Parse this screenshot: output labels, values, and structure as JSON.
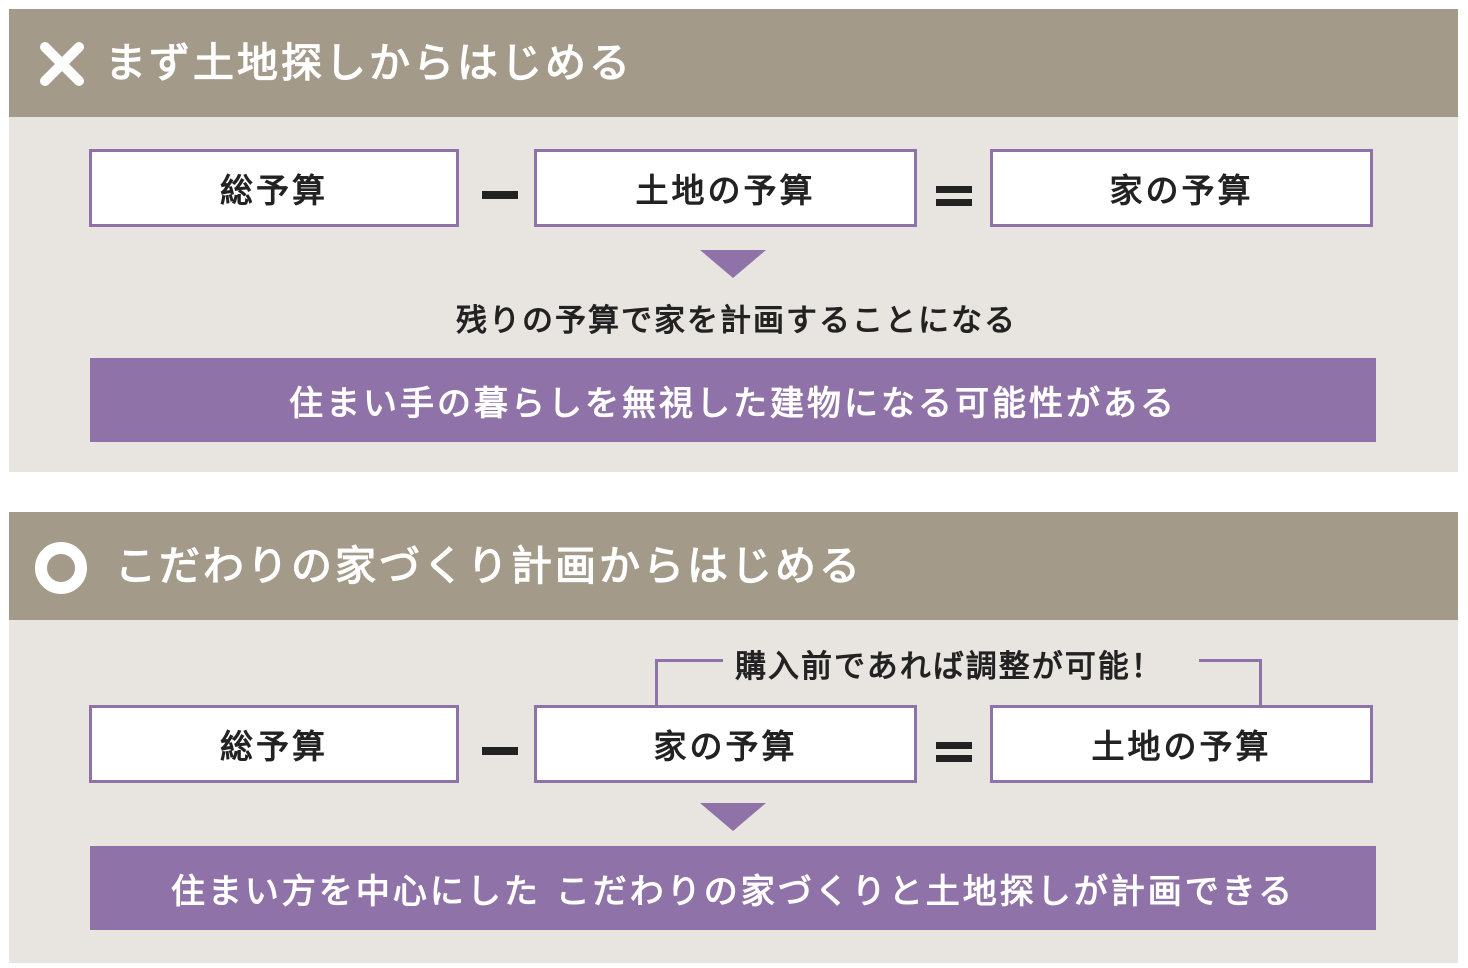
{
  "colors": {
    "header": "#a39a89",
    "panel": "#e8e4df",
    "accent": "#8f72a7",
    "text": "#222222"
  },
  "bad": {
    "icon": "cross-icon",
    "heading": "まず土地探しからはじめる",
    "box1": "総予算",
    "box2": "土地の予算",
    "box3": "家の予算",
    "note": "残りの予算で家を計画することになる",
    "result": "住まい手の暮らしを無視した建物になる可能性がある"
  },
  "good": {
    "icon": "circle-icon",
    "heading": "こだわりの家づくり計画からはじめる",
    "bracket_note": "購入前であれば調整が可能！",
    "box1": "総予算",
    "box2": "家の予算",
    "box3": "土地の予算",
    "result": "住まい方を中心にした こだわりの家づくりと土地探しが計画できる"
  }
}
